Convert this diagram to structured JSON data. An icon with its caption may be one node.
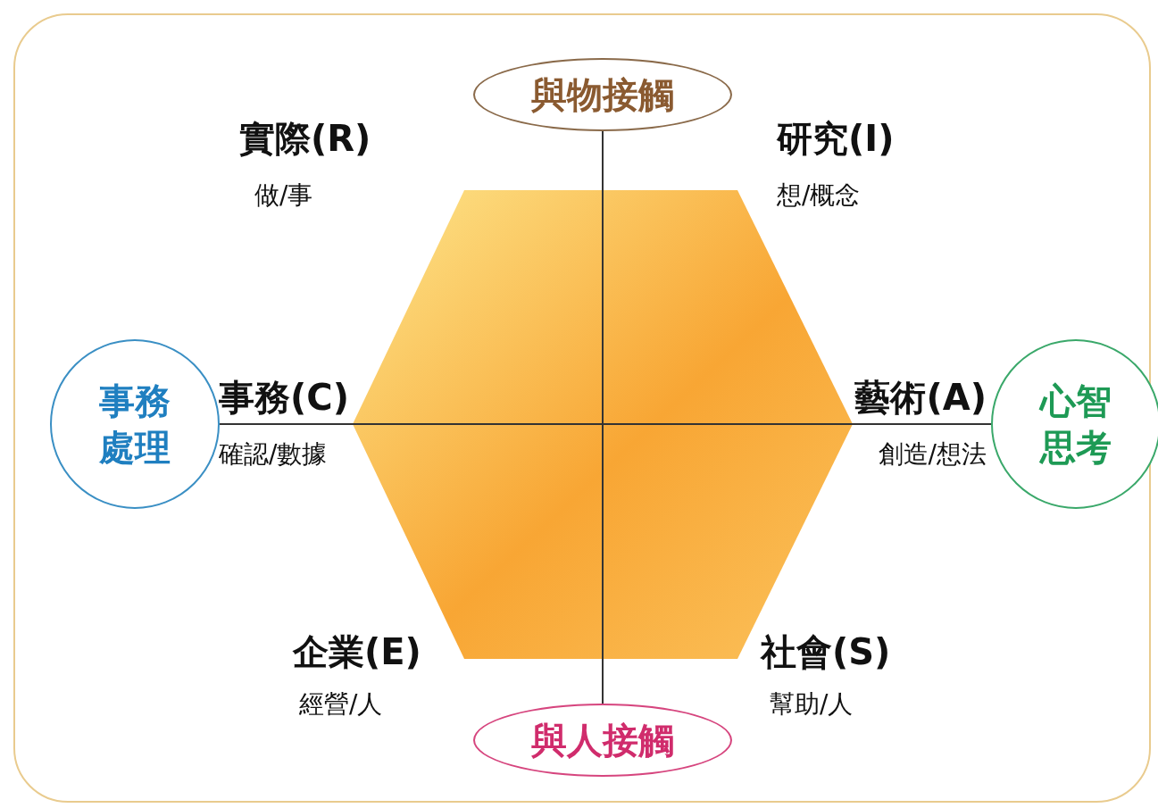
{
  "diagram": {
    "nodes": [
      {
        "text": [
          "與物接觸"
        ]
      },
      {
        "text": [
          "事務處理"
        ]
      },
      {
        "text": [
          "心智思考"
        ]
      },
      {
        "text": [
          "與人接觸"
        ]
      }
    ],
    "edges": [
      {
        "from": 0,
        "to": 3,
        "arrow": "none"
      },
      {
        "from": 1,
        "to": 2,
        "arrow": "none"
      }
    ],
    "labels": [
      "實際(R)",
      "研究(I)",
      "做/事",
      "想/概念",
      "事務(C)",
      "藝術(A)",
      "確認/數據",
      "創造/想法",
      "企業(E)",
      "社會(S)",
      "經營/人",
      "幫助/人"
    ]
  }
}
